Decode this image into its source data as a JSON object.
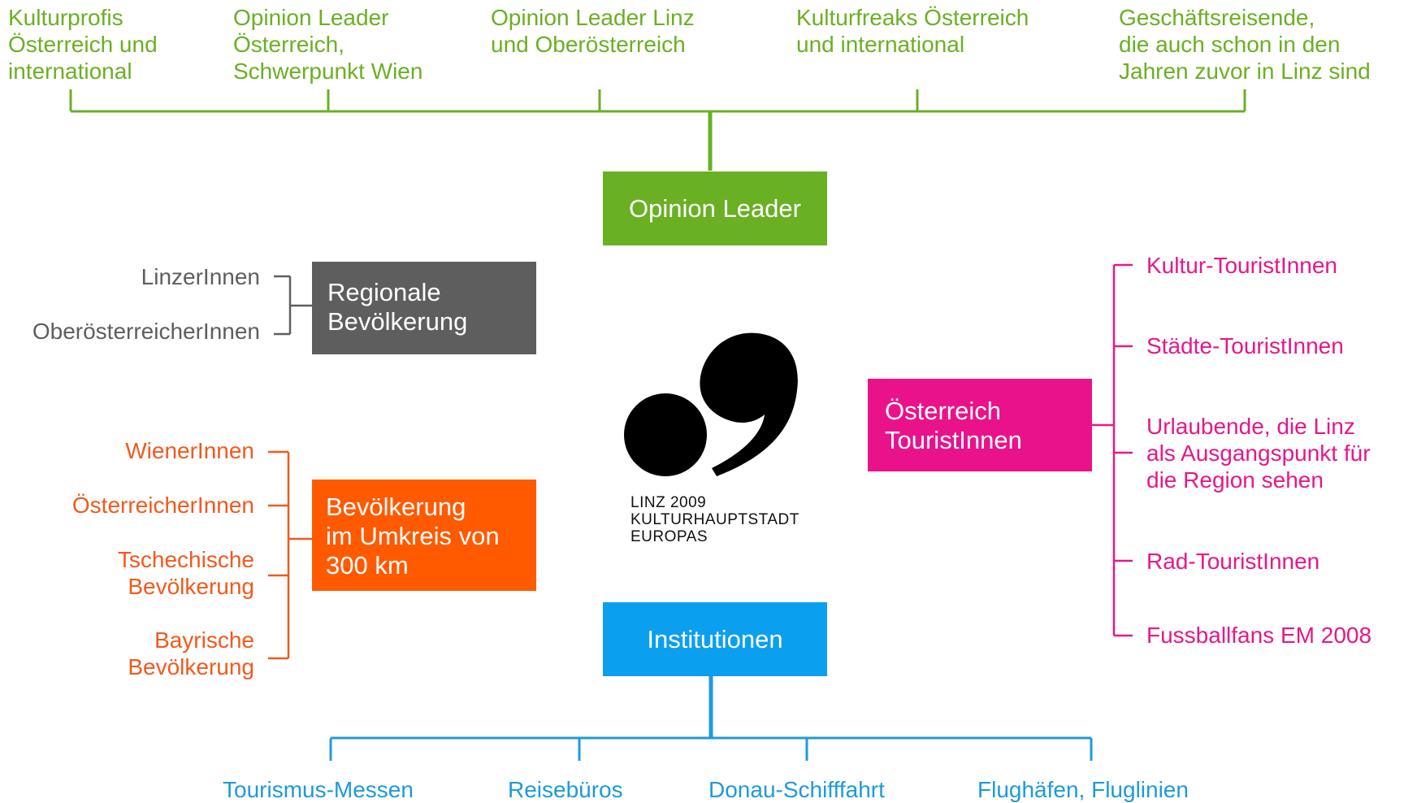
{
  "colors": {
    "green": "#6ab023",
    "grey": "#5e5e5e",
    "orange": "#ff5a00",
    "pink": "#ea128a",
    "blue": "#0a9fef"
  },
  "opinion_leader": {
    "box_label": "Opinion Leader",
    "items": [
      "Kulturprofis\nÖsterreich und\ninternational",
      "Opinion Leader\nÖsterreich,\nSchwerpunkt Wien",
      "Opinion Leader Linz\nund Oberösterreich",
      "Kulturfreaks Österreich\nund international",
      "Geschäftsreisende,\ndie auch schon in den\nJahren zuvor in Linz sind"
    ]
  },
  "regional": {
    "box_label": "Regionale\nBevölkerung",
    "items": [
      "LinzerInnen",
      "OberösterreicherInnen"
    ]
  },
  "umkreis": {
    "box_label": "Bevölkerung\nim Umkreis von\n300 km",
    "items": [
      "WienerInnen",
      "ÖsterreicherInnen",
      "Tschechische\nBevölkerung",
      "Bayrische\nBevölkerung"
    ]
  },
  "tourists": {
    "box_label": "Österreich\nTouristInnen",
    "items": [
      "Kultur-TouristInnen",
      "Städte-TouristInnen",
      "Urlaubende, die Linz\nals Ausgangspunkt für\ndie Region sehen",
      "Rad-TouristInnen",
      "Fussballfans EM 2008"
    ]
  },
  "institutions": {
    "box_label": "Institutionen",
    "items": [
      "Tourismus-Messen",
      "Reisebüros",
      "Donau-Schifffahrt",
      "Flughäfen, Fluglinien"
    ]
  },
  "logo": {
    "text": "LINZ 2009\nKULTURHAUPTSTADT\nEUROPAS"
  }
}
